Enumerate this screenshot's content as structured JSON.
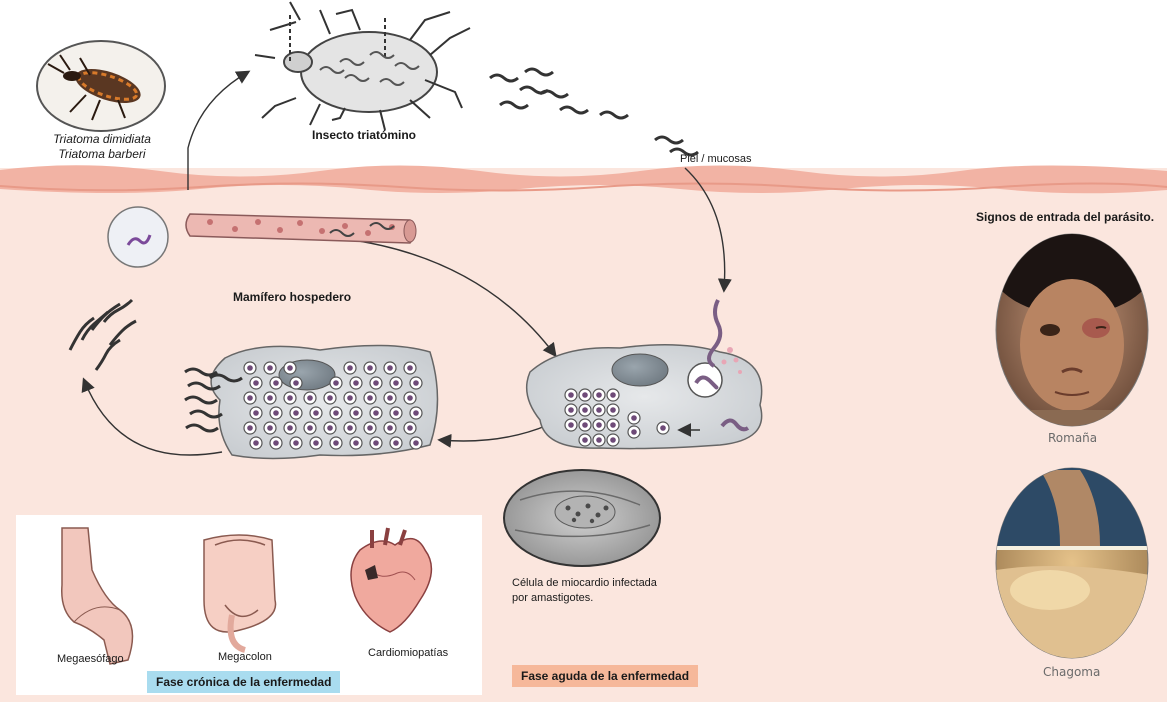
{
  "labels": {
    "species_1": "Triatoma dimidiata",
    "species_2": "Triatoma barberi",
    "insect": "Insecto triatómino",
    "skin": "Piel / mucosas",
    "mammal_host": "Mamífero hospedero",
    "entry_signs": "Signos de entrada del parásito.",
    "romana": "Romaña",
    "chagoma": "Chagoma",
    "myocardium_1": "Célula de miocardio infectada",
    "myocardium_2": "por amastigotes.",
    "megaesophagus": "Megaesófago",
    "megacolon": "Megacolon",
    "cardiomyopathy": "Cardiomiopatías",
    "chronic_phase": "Fase crónica de la enfermedad",
    "acute_phase": "Fase aguda de la enfermedad"
  },
  "colors": {
    "skin_band": "#f2b3a4",
    "tissue": "#fbe6de",
    "chronic_badge": "#a9dcef",
    "acute_badge": "#f6b89a",
    "cell_fill": "#d5d9dc",
    "parasite": "#7a5e84"
  }
}
